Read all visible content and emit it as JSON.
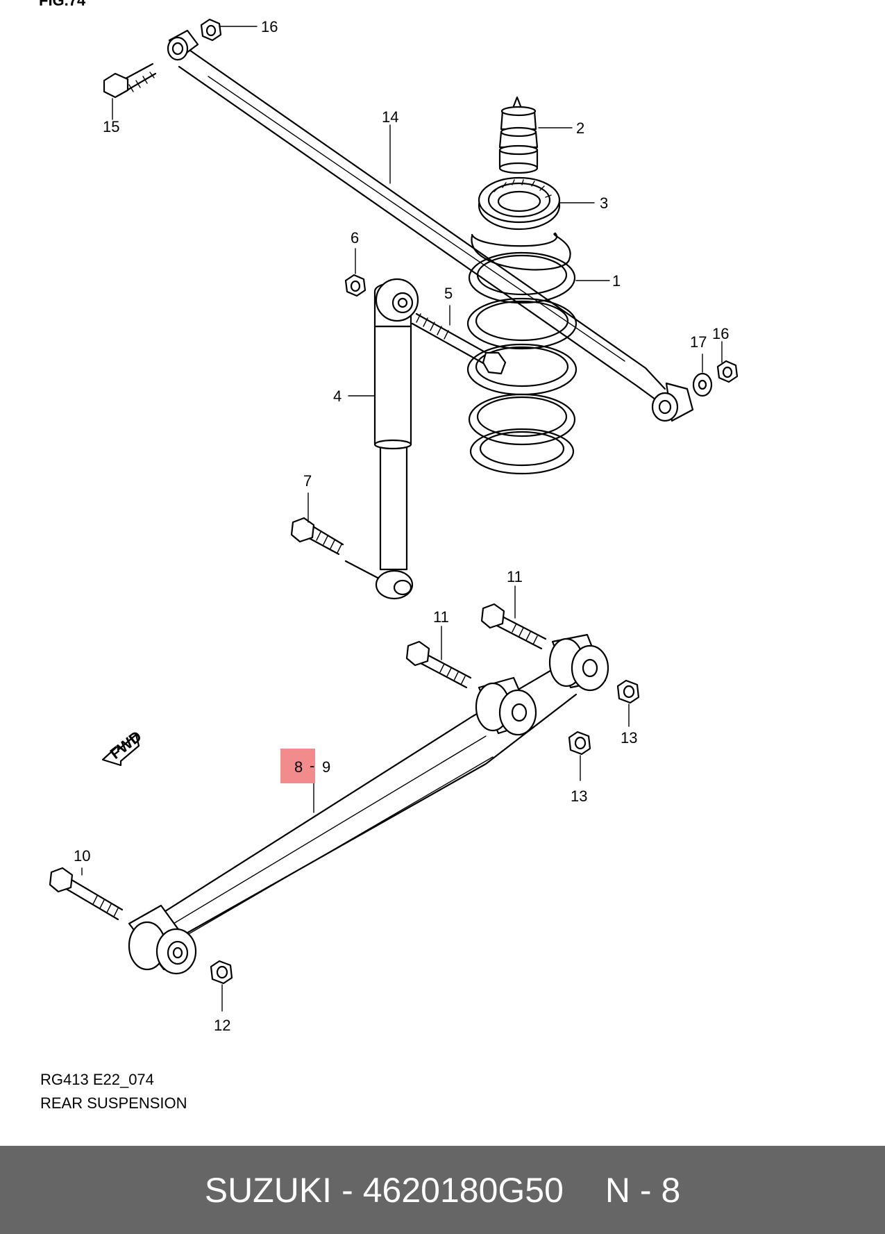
{
  "header": {
    "fig_label": "FIG.74"
  },
  "diagram": {
    "code": "RG413 E22_074",
    "title": "REAR SUSPENSION",
    "fwd_label": "FWD",
    "parts": [
      {
        "id": "1",
        "label": "1"
      },
      {
        "id": "2",
        "label": "2"
      },
      {
        "id": "3",
        "label": "3"
      },
      {
        "id": "4",
        "label": "4"
      },
      {
        "id": "5",
        "label": "5"
      },
      {
        "id": "6",
        "label": "6"
      },
      {
        "id": "7",
        "label": "7"
      },
      {
        "id": "8",
        "label": "8"
      },
      {
        "id": "9",
        "label": "9"
      },
      {
        "id": "10",
        "label": "10"
      },
      {
        "id": "11a",
        "label": "11"
      },
      {
        "id": "11b",
        "label": "11"
      },
      {
        "id": "12",
        "label": "12"
      },
      {
        "id": "13a",
        "label": "13"
      },
      {
        "id": "13b",
        "label": "13"
      },
      {
        "id": "14",
        "label": "14"
      },
      {
        "id": "15",
        "label": "15"
      },
      {
        "id": "16a",
        "label": "16"
      },
      {
        "id": "16b",
        "label": "16"
      },
      {
        "id": "17",
        "label": "17"
      }
    ],
    "highlight": {
      "part": "8",
      "separator": "-",
      "color": "#f28b8b"
    }
  },
  "footer": {
    "brand": "SUZUKI",
    "dash": "-",
    "part_number": "4620180G50",
    "ref": "N - 8"
  }
}
